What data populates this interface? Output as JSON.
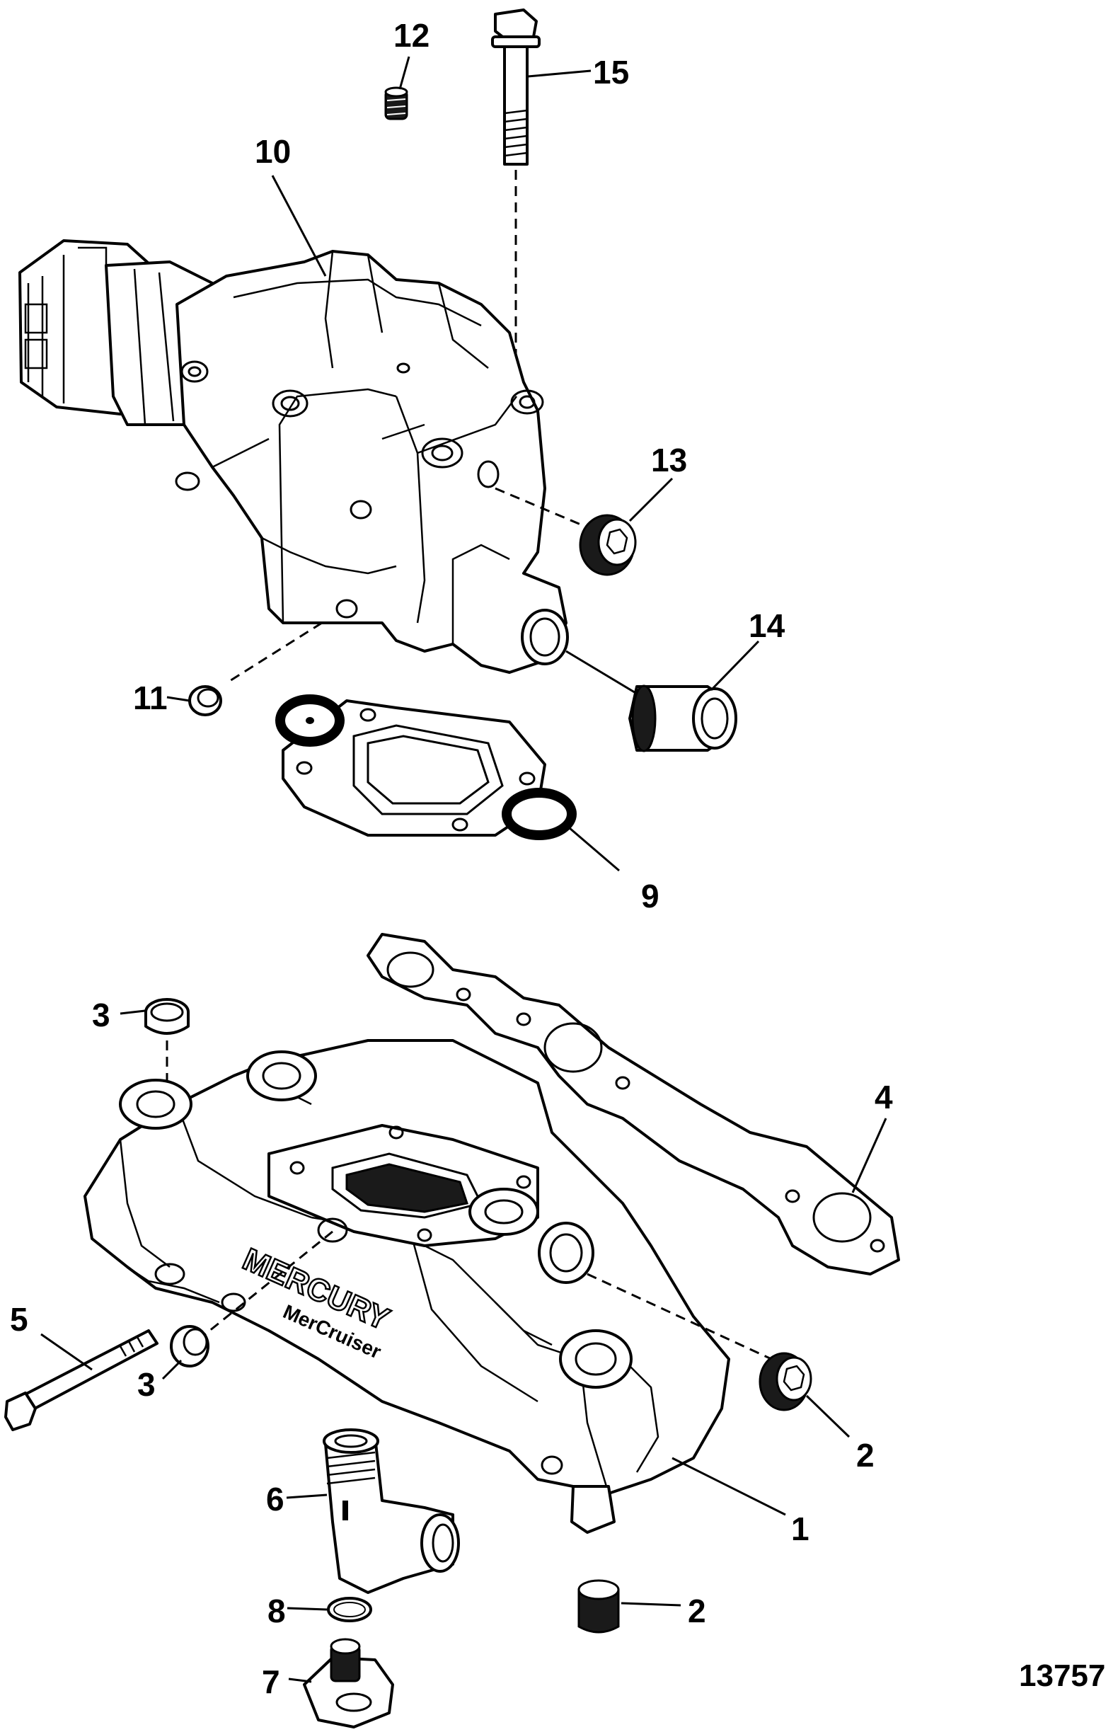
{
  "figure_id": "13757",
  "callouts": [
    {
      "id": "c12",
      "label": "12"
    },
    {
      "id": "c15",
      "label": "15"
    },
    {
      "id": "c10",
      "label": "10"
    },
    {
      "id": "c13",
      "label": "13"
    },
    {
      "id": "c14",
      "label": "14"
    },
    {
      "id": "c11",
      "label": "11"
    },
    {
      "id": "c9",
      "label": "9"
    },
    {
      "id": "c3a",
      "label": "3"
    },
    {
      "id": "c4",
      "label": "4"
    },
    {
      "id": "c5",
      "label": "5"
    },
    {
      "id": "c3b",
      "label": "3"
    },
    {
      "id": "c2a",
      "label": "2"
    },
    {
      "id": "c6",
      "label": "6"
    },
    {
      "id": "c1",
      "label": "1"
    },
    {
      "id": "c8",
      "label": "8"
    },
    {
      "id": "c2b",
      "label": "2"
    },
    {
      "id": "c7",
      "label": "7"
    }
  ],
  "manifold_logo": {
    "brand": "MERCURY",
    "sub": "MerCruiser"
  }
}
